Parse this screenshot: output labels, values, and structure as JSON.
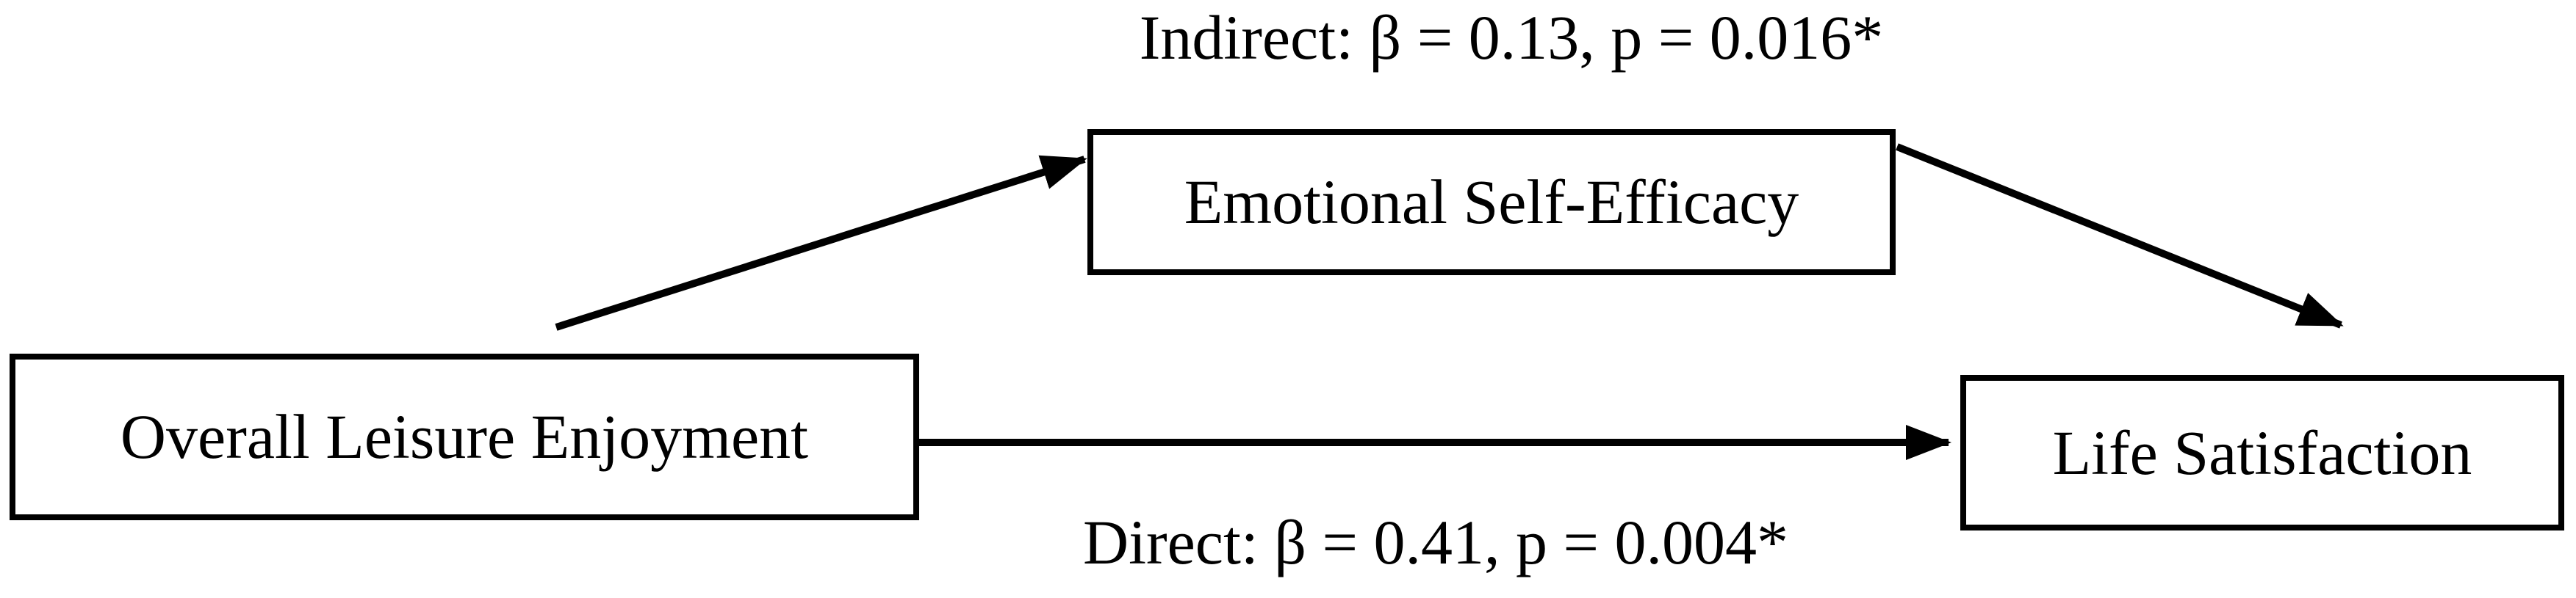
{
  "figure": {
    "type": "mediation-path-diagram",
    "colors": {
      "line": "#000000",
      "text": "#000000",
      "background": "#ffffff",
      "box-fill": "#ffffff"
    },
    "nodes": {
      "predictor": {
        "label": "Overall Leisure Enjoyment"
      },
      "mediator": {
        "label": "Emotional Self-Efficacy"
      },
      "outcome": {
        "label": "Life Satisfaction"
      }
    },
    "edges": {
      "a_path": {
        "from": "predictor",
        "to": "mediator"
      },
      "b_path": {
        "from": "mediator",
        "to": "outcome"
      },
      "direct_path": {
        "from": "predictor",
        "to": "outcome"
      }
    },
    "annotations": {
      "indirect_effect": "Indirect: β = 0.13, p = 0.016*",
      "direct_effect": "Direct: β = 0.41, p = 0.004*"
    },
    "stats": {
      "indirect": {
        "beta": "0.13",
        "p": "0.016",
        "significance": "*"
      },
      "direct": {
        "beta": "0.41",
        "p": "0.004",
        "significance": "*"
      }
    }
  }
}
